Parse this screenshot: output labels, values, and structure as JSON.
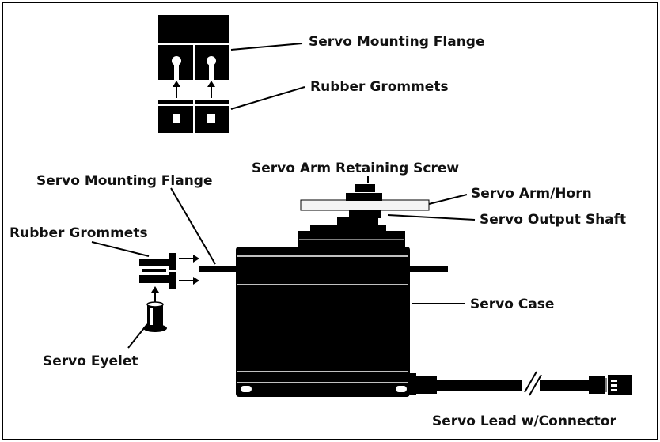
{
  "labels": {
    "flange_top": "Servo Mounting Flange",
    "grommets_top": "Rubber Grommets",
    "arm_screw": "Servo Arm Retaining Screw",
    "flange_left": "Servo Mounting Flange",
    "arm_horn": "Servo Arm/Horn",
    "output_shaft": "Servo Output Shaft",
    "grommets_left": "Rubber Grommets",
    "servo_case": "Servo Case",
    "eyelet": "Servo Eyelet",
    "lead": "Servo Lead w/Connector"
  },
  "colors": {
    "ink": "#000000",
    "paper": "#ffffff",
    "arm_fill": "#f4f4f4"
  }
}
